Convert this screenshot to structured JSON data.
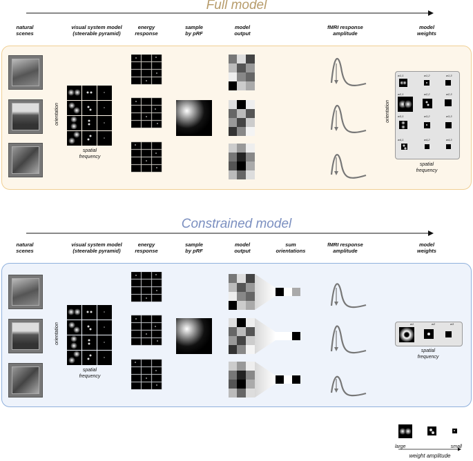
{
  "full_model": {
    "title": "Full model",
    "color": "#b79c6b",
    "panel_bg": "#fdf6ea",
    "panel_border": "#f0cf93"
  },
  "constrained_model": {
    "title": "Constrained model",
    "color": "#7b8fc0",
    "panel_bg": "#eef3fb",
    "panel_border": "#8fb0dc"
  },
  "headers": {
    "natural_scenes": "natural\nscenes",
    "visual_system": "visual system model\n(steerable pyramid)",
    "energy_response": "energy\nresponse",
    "sample_prf": "sample\nby pRF",
    "model_output": "model\noutput",
    "sum_orientations": "sum\norientations",
    "fmri_amplitude": "fMRI response\namplitude",
    "model_weights": "model\nweights"
  },
  "labels": {
    "orientation": "orientation",
    "spatial_frequency": "spatial\nfrequency"
  },
  "full_weights": [
    [
      "w1,1",
      "w1,2",
      "w1,3"
    ],
    [
      "w2,1",
      "w2,2",
      "w2,3"
    ],
    [
      "w3,1",
      "w3,2",
      "w3,3"
    ],
    [
      "w4,1",
      "w4,2",
      "w4,3"
    ]
  ],
  "constrained_weights": [
    "w1",
    "w2",
    "w3"
  ],
  "legend": {
    "large": "large",
    "small": "small",
    "caption": "weight amplitude"
  }
}
